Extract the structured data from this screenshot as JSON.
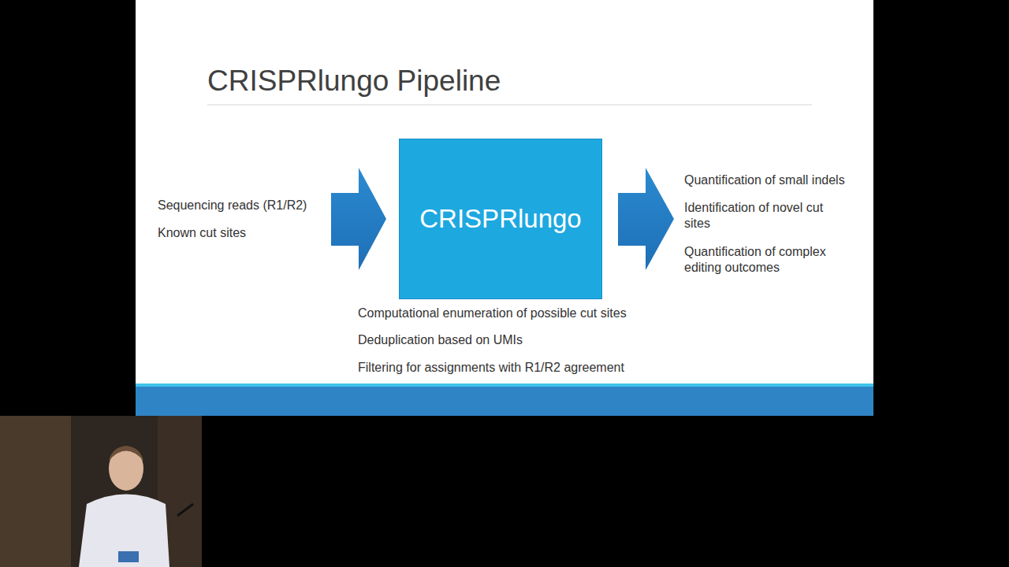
{
  "diagram": {
    "title": "CRISPRlungo Pipeline",
    "nodes": [
      {
        "text": [
          "CRISPRlungo"
        ]
      }
    ],
    "labels": [
      "Sequencing reads (R1/R2)",
      "Known cut sites",
      "Quantification of small indels",
      "Identification of novel cut sites",
      "Quantification of complex editing outcomes",
      "Computational enumeration of possible cut sites",
      "Deduplication based on UMIs",
      "Filtering for assignments with R1/R2 agreement"
    ]
  }
}
